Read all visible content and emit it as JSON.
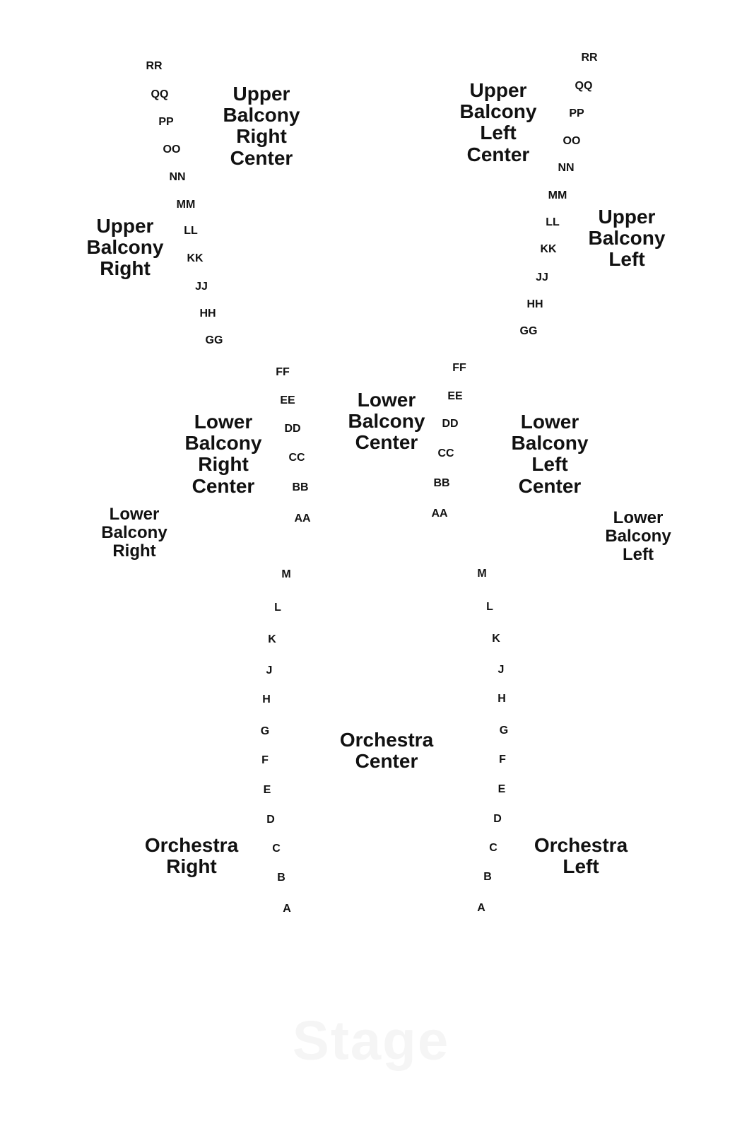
{
  "stage_label": "Stage",
  "sections": {
    "upper_balcony_right_center": [
      "Upper",
      "Balcony",
      "Right",
      "Center"
    ],
    "upper_balcony_left_center": [
      "Upper",
      "Balcony",
      "Left",
      "Center"
    ],
    "upper_balcony_right": [
      "Upper",
      "Balcony",
      "Right"
    ],
    "upper_balcony_left": [
      "Upper",
      "Balcony",
      "Left"
    ],
    "lower_balcony_right_center": [
      "Lower",
      "Balcony",
      "Right",
      "Center"
    ],
    "lower_balcony_center": [
      "Lower",
      "Balcony",
      "Center"
    ],
    "lower_balcony_left_center": [
      "Lower",
      "Balcony",
      "Left",
      "Center"
    ],
    "lower_balcony_right": [
      "Lower",
      "Balcony",
      "Right"
    ],
    "lower_balcony_left": [
      "Lower",
      "Balcony",
      "Left"
    ],
    "orchestra_center": [
      "Orchestra",
      "Center"
    ],
    "orchestra_right": [
      "Orchestra",
      "Right"
    ],
    "orchestra_left": [
      "Orchestra",
      "Left"
    ]
  },
  "rows": {
    "upper_balcony_right_side": [
      "RR",
      "QQ",
      "PP",
      "OO",
      "NN",
      "MM",
      "LL",
      "KK",
      "JJ",
      "HH",
      "GG"
    ],
    "upper_balcony_left_side": [
      "RR",
      "QQ",
      "PP",
      "OO",
      "NN",
      "MM",
      "LL",
      "KK",
      "JJ",
      "HH",
      "GG"
    ],
    "lower_balcony_right_side": [
      "FF",
      "EE",
      "DD",
      "CC",
      "BB",
      "AA"
    ],
    "lower_balcony_left_side": [
      "FF",
      "EE",
      "DD",
      "CC",
      "BB",
      "AA"
    ],
    "orchestra_right_side": [
      "M",
      "L",
      "K",
      "J",
      "H",
      "G",
      "F",
      "E",
      "D",
      "C",
      "B",
      "A"
    ],
    "orchestra_left_side": [
      "M",
      "L",
      "K",
      "J",
      "H",
      "G",
      "F",
      "E",
      "D",
      "C",
      "B",
      "A"
    ]
  }
}
